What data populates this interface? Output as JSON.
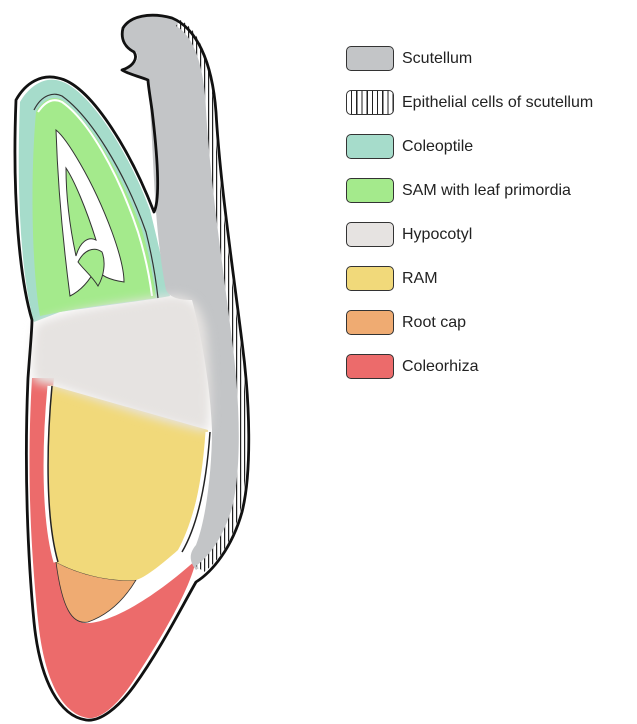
{
  "legend": {
    "items": [
      {
        "key": "scutellum",
        "label": "Scutellum",
        "color": "#c3c5c7",
        "pattern": "solid"
      },
      {
        "key": "epithelial",
        "label": "Epithelial cells of scutellum",
        "color": "#ffffff",
        "pattern": "vertical-stripes"
      },
      {
        "key": "coleoptile",
        "label": "Coleoptile",
        "color": "#a6dccb",
        "pattern": "solid"
      },
      {
        "key": "sam",
        "label": "SAM with leaf primordia",
        "color": "#a4ea8c",
        "pattern": "solid"
      },
      {
        "key": "hypocotyl",
        "label": "Hypocotyl",
        "color": "#e6e3e1",
        "pattern": "solid"
      },
      {
        "key": "ram",
        "label": "RAM",
        "color": "#f1d97a",
        "pattern": "solid"
      },
      {
        "key": "rootcap",
        "label": "Root cap",
        "color": "#efab72",
        "pattern": "solid"
      },
      {
        "key": "coleorhiza",
        "label": "Coleorhiza",
        "color": "#ec6b6b",
        "pattern": "solid"
      }
    ]
  },
  "colors": {
    "outline": "#111111",
    "background": "#ffffff"
  }
}
